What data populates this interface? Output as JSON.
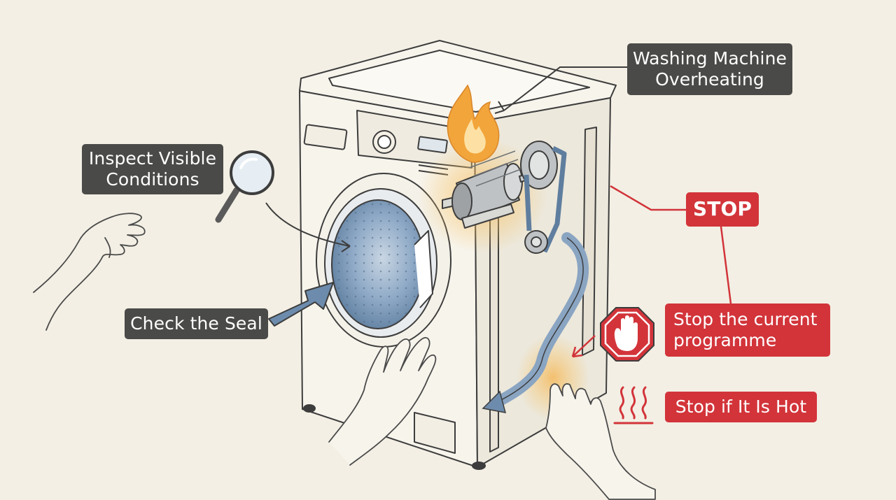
{
  "labels": {
    "title": "Washing Machine Overheating",
    "inspect": "Inspect Visible Conditions",
    "seal": "Check the Seal",
    "stop": "STOP",
    "stop_programme": "Stop the current programme",
    "stop_hot": "Stop if It Is Hot"
  },
  "colors": {
    "background": "#f3efe4",
    "dark_label": "#4a4a48",
    "red_label": "#d2343a",
    "flame": "#f0a63a",
    "drum_blue": "#7f9dbd"
  },
  "icons": [
    "flame-icon",
    "magnifier-icon",
    "stop-hand-icon",
    "heat-waves-icon",
    "hand-icon",
    "motor-icon"
  ]
}
